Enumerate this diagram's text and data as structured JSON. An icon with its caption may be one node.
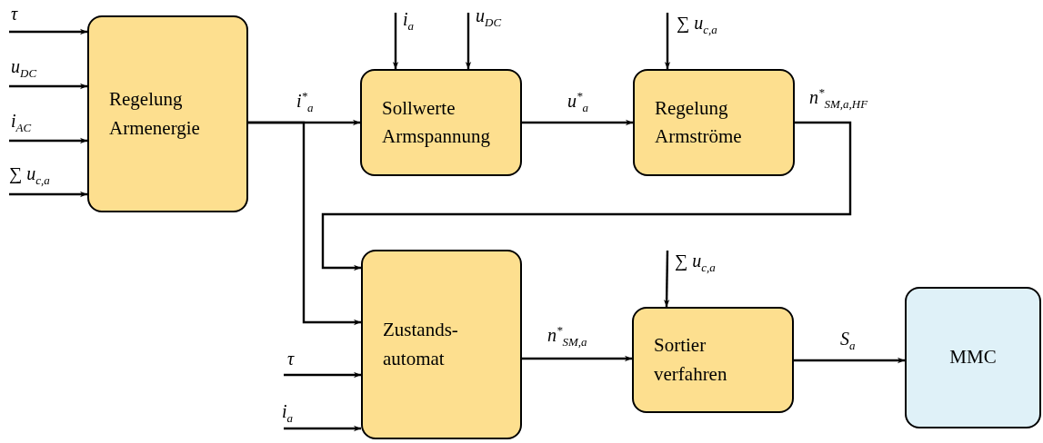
{
  "diagram": {
    "nodes": [
      {
        "text": [
          "Regelung Armenergie"
        ]
      },
      {
        "text": [
          "Sollwerte Armspannung"
        ]
      },
      {
        "text": [
          "Regelung Armströme"
        ]
      },
      {
        "text": [
          "Zustands- automat"
        ]
      },
      {
        "text": [
          "Sortier verfahren"
        ]
      },
      {
        "text": [
          "MMC"
        ]
      }
    ],
    "edges": [
      {
        "from": null,
        "to": 0,
        "arrow": "to",
        "label": "τ"
      },
      {
        "from": null,
        "to": 0,
        "arrow": "to",
        "label": "u$_{DC}$"
      },
      {
        "from": null,
        "to": 0,
        "arrow": "to",
        "label": "i$_{AC}$"
      },
      {
        "from": null,
        "to": 0,
        "arrow": "to",
        "label": "∑ u$_{c,a}$"
      },
      {
        "from": 0,
        "to": 1,
        "arrow": "to",
        "label": "i$^{*}$$_{a}$"
      },
      {
        "from": null,
        "to": 1,
        "arrow": "to",
        "label": "i$_{a}$"
      },
      {
        "from": null,
        "to": 1,
        "arrow": "to",
        "label": "u$_{DC}$"
      },
      {
        "from": null,
        "to": 2,
        "arrow": "to",
        "label": "∑ u$_{c,a}$"
      },
      {
        "from": 1,
        "to": 2,
        "arrow": "to",
        "label": "u$^{*}$$_{a}$"
      },
      {
        "from": 2,
        "to": 3,
        "arrow": "to",
        "label": "n$^{*}$$_{SM,a,HF}$"
      },
      {
        "from": 0,
        "to": 3,
        "arrow": "to"
      },
      {
        "from": null,
        "to": 3,
        "arrow": "to",
        "label": "τ"
      },
      {
        "from": null,
        "to": 3,
        "arrow": "to",
        "label": "i$_{a}$"
      },
      {
        "from": 3,
        "to": 4,
        "arrow": "to",
        "label": "n$^{*}$$_{SM,a}$"
      },
      {
        "from": null,
        "to": 4,
        "arrow": "to",
        "label": "∑ u$_{c,a}$"
      },
      {
        "from": 4,
        "to": 5,
        "arrow": "to",
        "label": "S$_{a}$"
      }
    ]
  }
}
